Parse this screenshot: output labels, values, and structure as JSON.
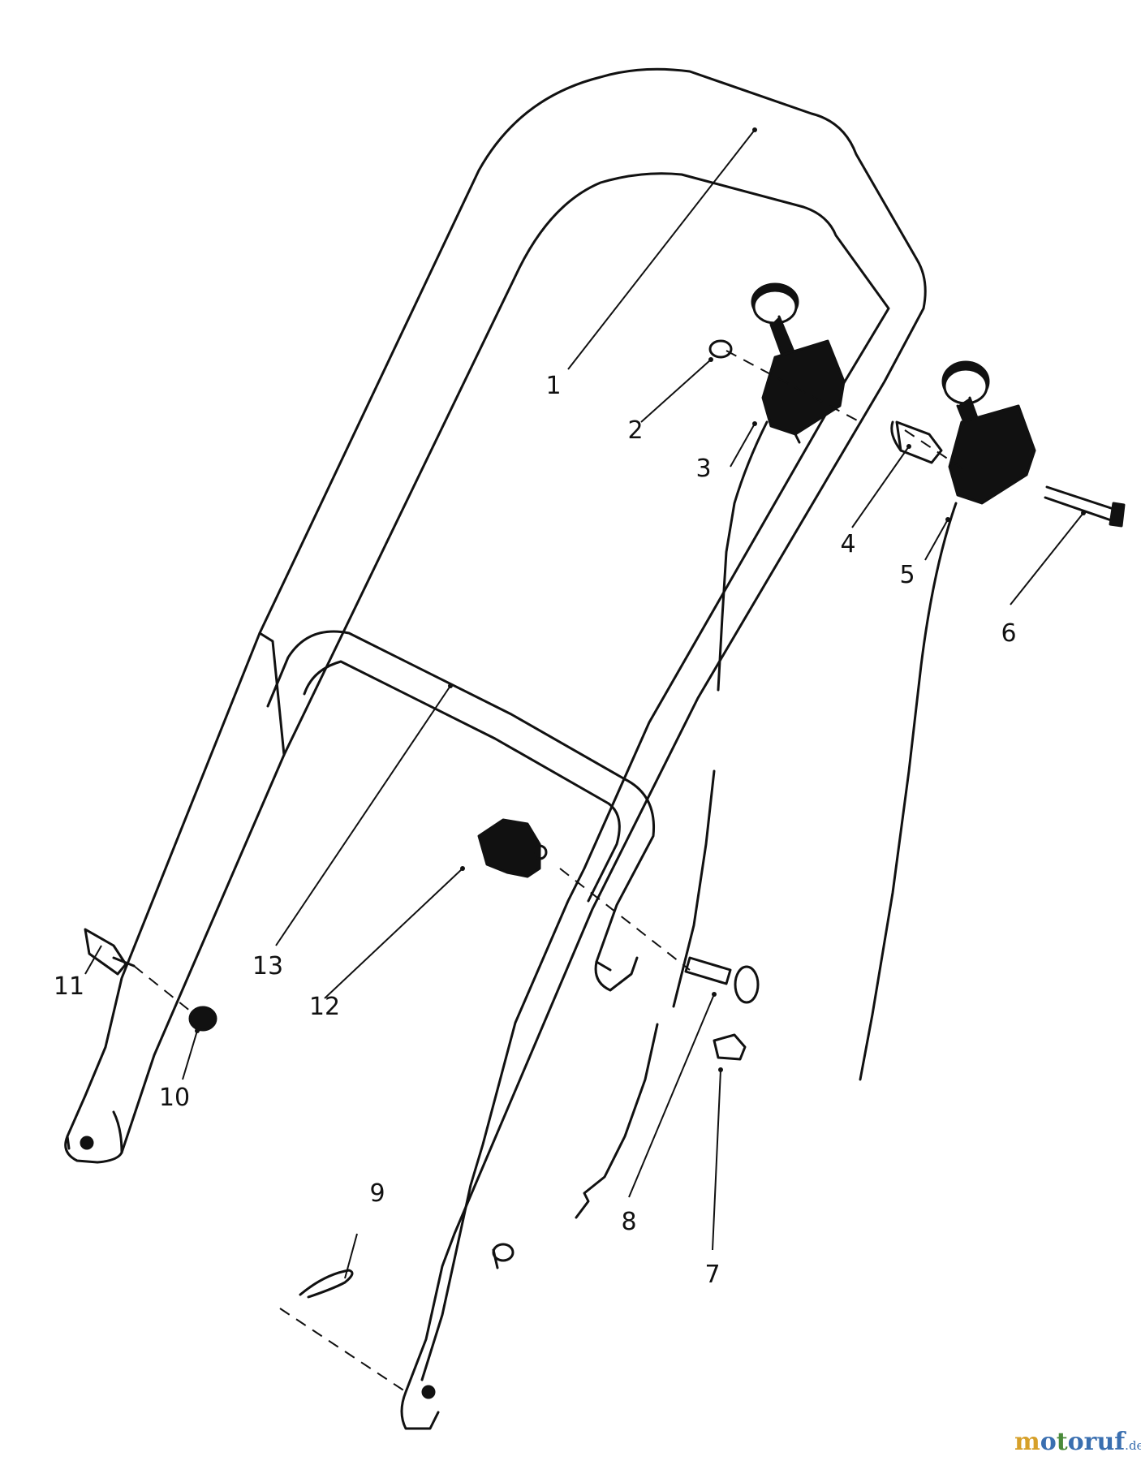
{
  "diagram": {
    "callouts": [
      {
        "id": "part-1",
        "label": "1"
      },
      {
        "id": "part-2",
        "label": "2"
      },
      {
        "id": "part-3",
        "label": "3"
      },
      {
        "id": "part-4",
        "label": "4"
      },
      {
        "id": "part-5",
        "label": "5"
      },
      {
        "id": "part-6",
        "label": "6"
      },
      {
        "id": "part-7",
        "label": "7"
      },
      {
        "id": "part-8",
        "label": "8"
      },
      {
        "id": "part-9",
        "label": "9"
      },
      {
        "id": "part-10",
        "label": "10"
      },
      {
        "id": "part-11",
        "label": "11"
      },
      {
        "id": "part-12",
        "label": "12"
      },
      {
        "id": "part-13",
        "label": "13"
      }
    ],
    "watermark": {
      "main": "motoruf",
      "suffix": ".de",
      "colors": {
        "m": "#d6a02a",
        "o": "#3a6fb0",
        "t": "#4a8a3a",
        "rest": "#3a6fb0"
      }
    },
    "line_color": "#111111"
  }
}
